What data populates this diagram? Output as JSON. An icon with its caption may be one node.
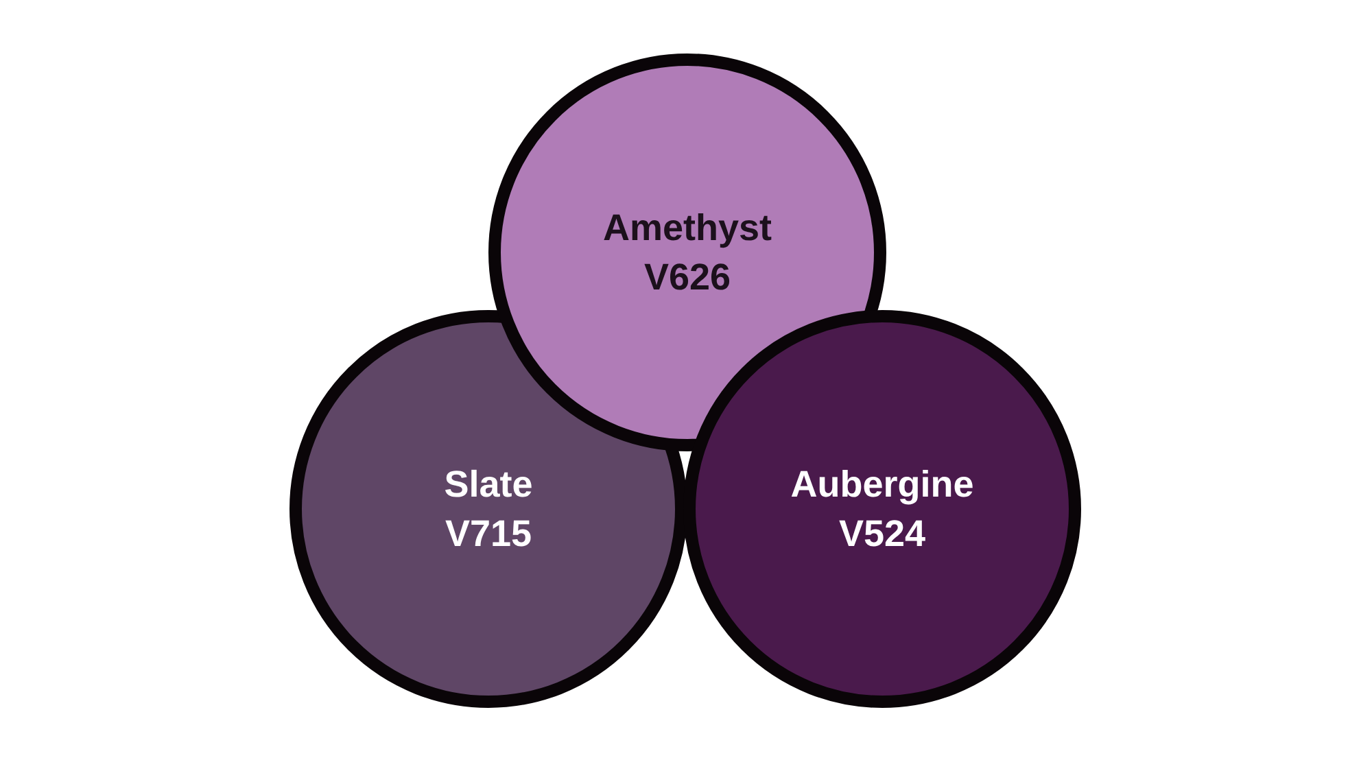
{
  "diagram": {
    "nodes": [
      {
        "text": [
          "Amethyst",
          "V626"
        ]
      },
      {
        "text": [
          "Slate",
          "V715"
        ]
      },
      {
        "text": [
          "Aubergine",
          "V524"
        ]
      }
    ]
  }
}
